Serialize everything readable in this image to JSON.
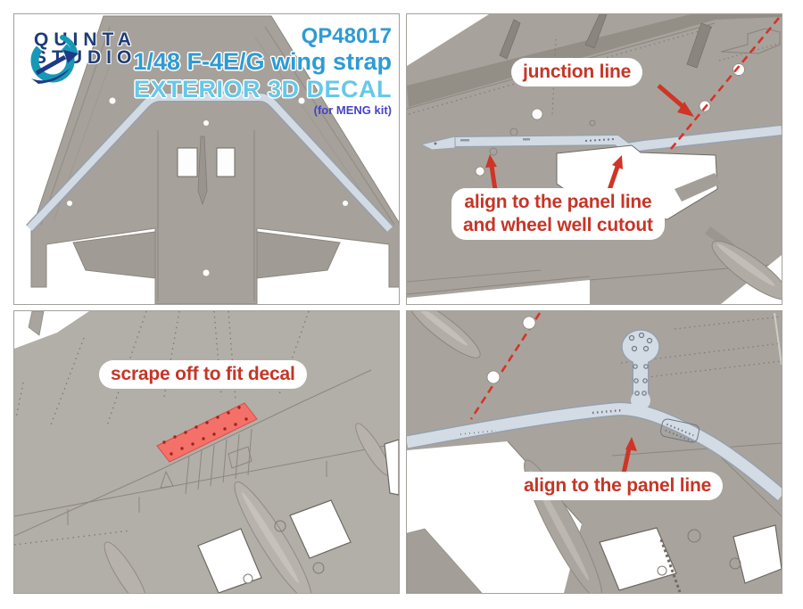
{
  "header": {
    "brand_line1": "QUINTA",
    "brand_line2": "STUDIO",
    "product_code": "QP48017",
    "title": "1/48 F-4E/G wing strap",
    "subtitle": "EXTERIOR 3D DECAL",
    "kit_note": "(for MENG kit)"
  },
  "annotations": {
    "junction_line": "junction line",
    "align_panel_wheel_line1": "align to the panel line",
    "align_panel_wheel_line2": "and wheel well cutout",
    "scrape_off": "scrape off to fit decal",
    "align_panel": "align to the panel line"
  },
  "colors": {
    "title_blue": "#2e9bd4",
    "subtitle_cyan": "#66c8e8",
    "kit_note_blue": "#4743c6",
    "brand_navy": "#1e3c77",
    "annotation_red": "#c63527",
    "plastic_gray": "#a7a39c",
    "decal_blue": "#d2dbe4"
  }
}
